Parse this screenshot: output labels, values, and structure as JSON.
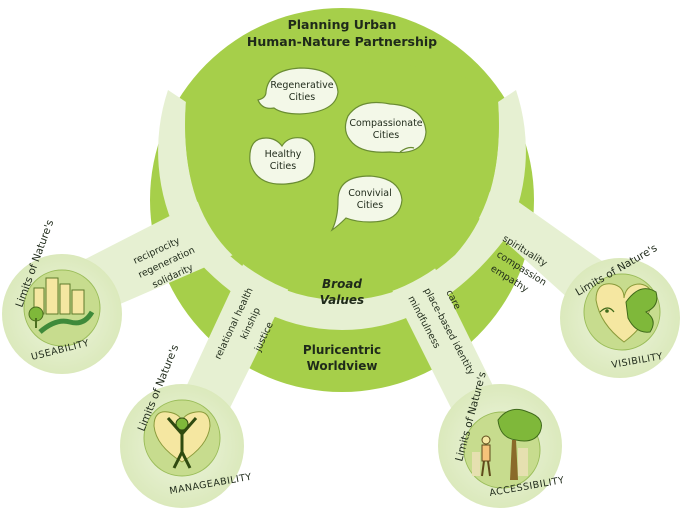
{
  "title": {
    "line1": "Planning Urban",
    "line2": "Human-Nature Partnership"
  },
  "cities": [
    {
      "line1": "Regenerative",
      "line2": "Cities"
    },
    {
      "line1": "Compassionate",
      "line2": "Cities"
    },
    {
      "line1": "Healthy",
      "line2": "Cities"
    },
    {
      "line1": "Convivial",
      "line2": "Cities"
    }
  ],
  "broad_values": {
    "line1": "Broad",
    "line2": "Values"
  },
  "worldview": {
    "line1": "Pluricentric",
    "line2": "Worldview"
  },
  "limits_prefix": "Limits of Nature's",
  "limits": [
    {
      "name": "USEABILITY",
      "icon": "city-river-icon",
      "values": [
        "reciprocity",
        "regeneration",
        "solidarity"
      ]
    },
    {
      "name": "MANAGEABILITY",
      "icon": "person-arms-up-icon",
      "values": [
        "relational health",
        "kinship",
        "justice"
      ]
    },
    {
      "name": "ACCESSIBILITY",
      "icon": "person-tree-icon",
      "values": [
        "care",
        "place-based identity",
        "mindfulness"
      ]
    },
    {
      "name": "VISIBILITY",
      "icon": "heart-butterfly-icon",
      "values": [
        "spirituality",
        "compassion",
        "empathy"
      ]
    }
  ],
  "colors": {
    "green": "#a6cf4a",
    "light_green": "#e6f0d2",
    "pale_band": "#d8e8b6",
    "icon_circle": "#c7dc8e",
    "ink": "#1f2a1a"
  }
}
